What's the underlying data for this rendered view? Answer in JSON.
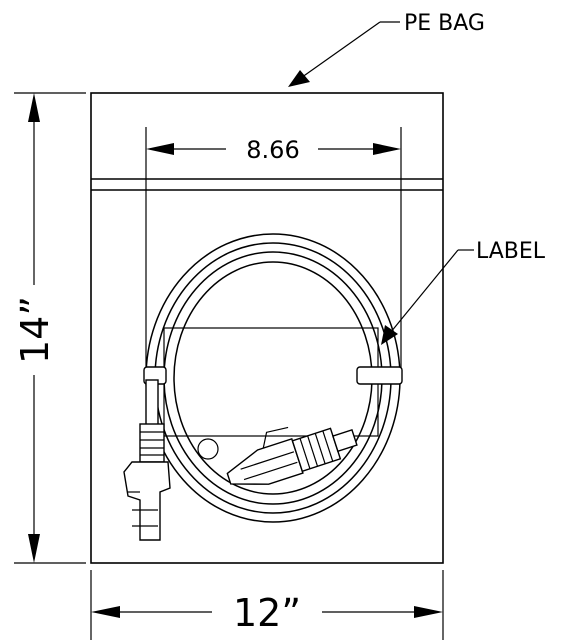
{
  "labels": {
    "bag": "PE BAG",
    "label": "LABEL"
  },
  "dimensions": {
    "inner_width": "8.66",
    "height": "14”",
    "width": "12”"
  }
}
